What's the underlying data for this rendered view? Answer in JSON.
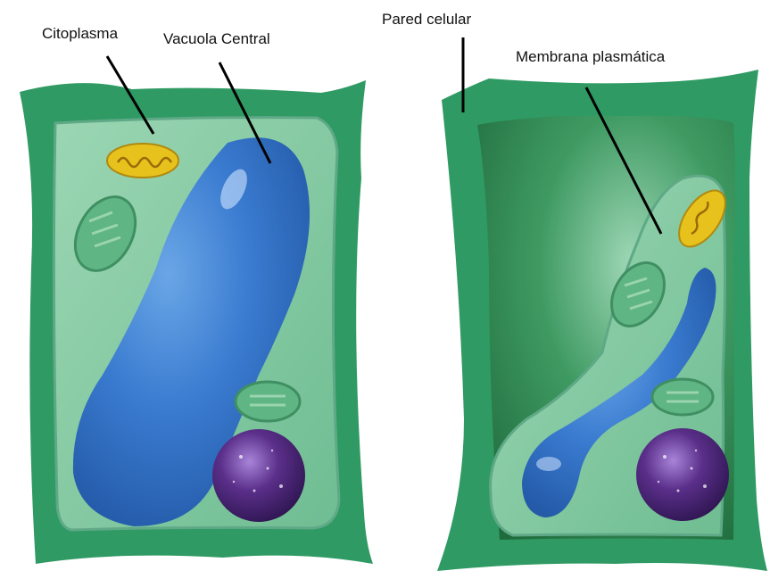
{
  "labels": {
    "citoplasma": "Citoplasma",
    "vacuola_central": "Vacuola Central",
    "pared_celular": "Pared celular",
    "membrana_plasmatica": "Membrana plasmática"
  },
  "colors": {
    "cell_wall": "#2f9a63",
    "cytoplasm": "#86c9a2",
    "vacuole": "#2f6fc0",
    "nucleus": "#5a2f8a",
    "mitochondria": "#e8c21c",
    "chloroplast": "#5fb583",
    "empty_space": "#2f8a4f"
  }
}
